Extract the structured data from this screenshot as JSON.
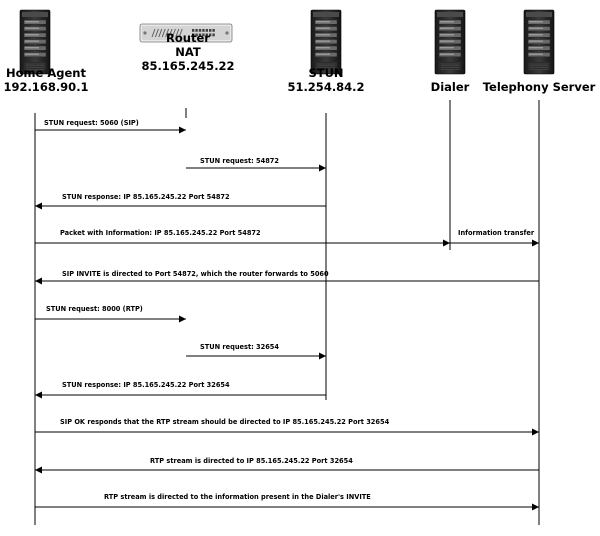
{
  "nodes": [
    {
      "id": "home_agent",
      "icon": "server-tower-icon",
      "lines": [
        "Home Agent",
        "192.168.90.1"
      ]
    },
    {
      "id": "router",
      "icon": "router-device-icon",
      "lines": [
        "Router",
        "NAT",
        "85.165.245.22"
      ]
    },
    {
      "id": "stun",
      "icon": "server-tower-icon",
      "lines": [
        "STUN",
        "51.254.84.2"
      ]
    },
    {
      "id": "dialer",
      "icon": "server-tower-icon",
      "lines": [
        "Dialer"
      ]
    },
    {
      "id": "telephony",
      "icon": "server-tower-icon",
      "lines": [
        "Telephony Server"
      ]
    }
  ],
  "messages": [
    {
      "from": "home_agent",
      "to": "router",
      "label": "STUN request: 5060 (SIP)"
    },
    {
      "from": "router",
      "to": "stun",
      "label": "STUN request: 54872"
    },
    {
      "from": "stun",
      "to": "home_agent",
      "label": "STUN response: IP 85.165.245.22 Port 54872"
    },
    {
      "from": "home_agent",
      "to": "dialer",
      "label": "Packet with Information: IP 85.165.245.22 Port 54872"
    },
    {
      "from": "dialer",
      "to": "telephony",
      "label": "Information transfer"
    },
    {
      "from": "telephony",
      "to": "home_agent",
      "label": "SIP INVITE is directed to Port 54872, which the router forwards to 5060"
    },
    {
      "from": "home_agent",
      "to": "router",
      "label": "STUN request: 8000 (RTP)"
    },
    {
      "from": "router",
      "to": "stun",
      "label": "STUN request: 32654"
    },
    {
      "from": "stun",
      "to": "home_agent",
      "label": "STUN response: IP 85.165.245.22 Port 32654"
    },
    {
      "from": "home_agent",
      "to": "telephony",
      "label": "SIP OK responds that the RTP stream should be directed to IP 85.165.245.22 Port 32654"
    },
    {
      "from": "telephony",
      "to": "home_agent",
      "label": "RTP stream is directed to IP 85.165.245.22 Port 32654"
    },
    {
      "from": "home_agent",
      "to": "telephony",
      "label": "RTP stream is directed to the information present in the Dialer's INVITE"
    }
  ]
}
